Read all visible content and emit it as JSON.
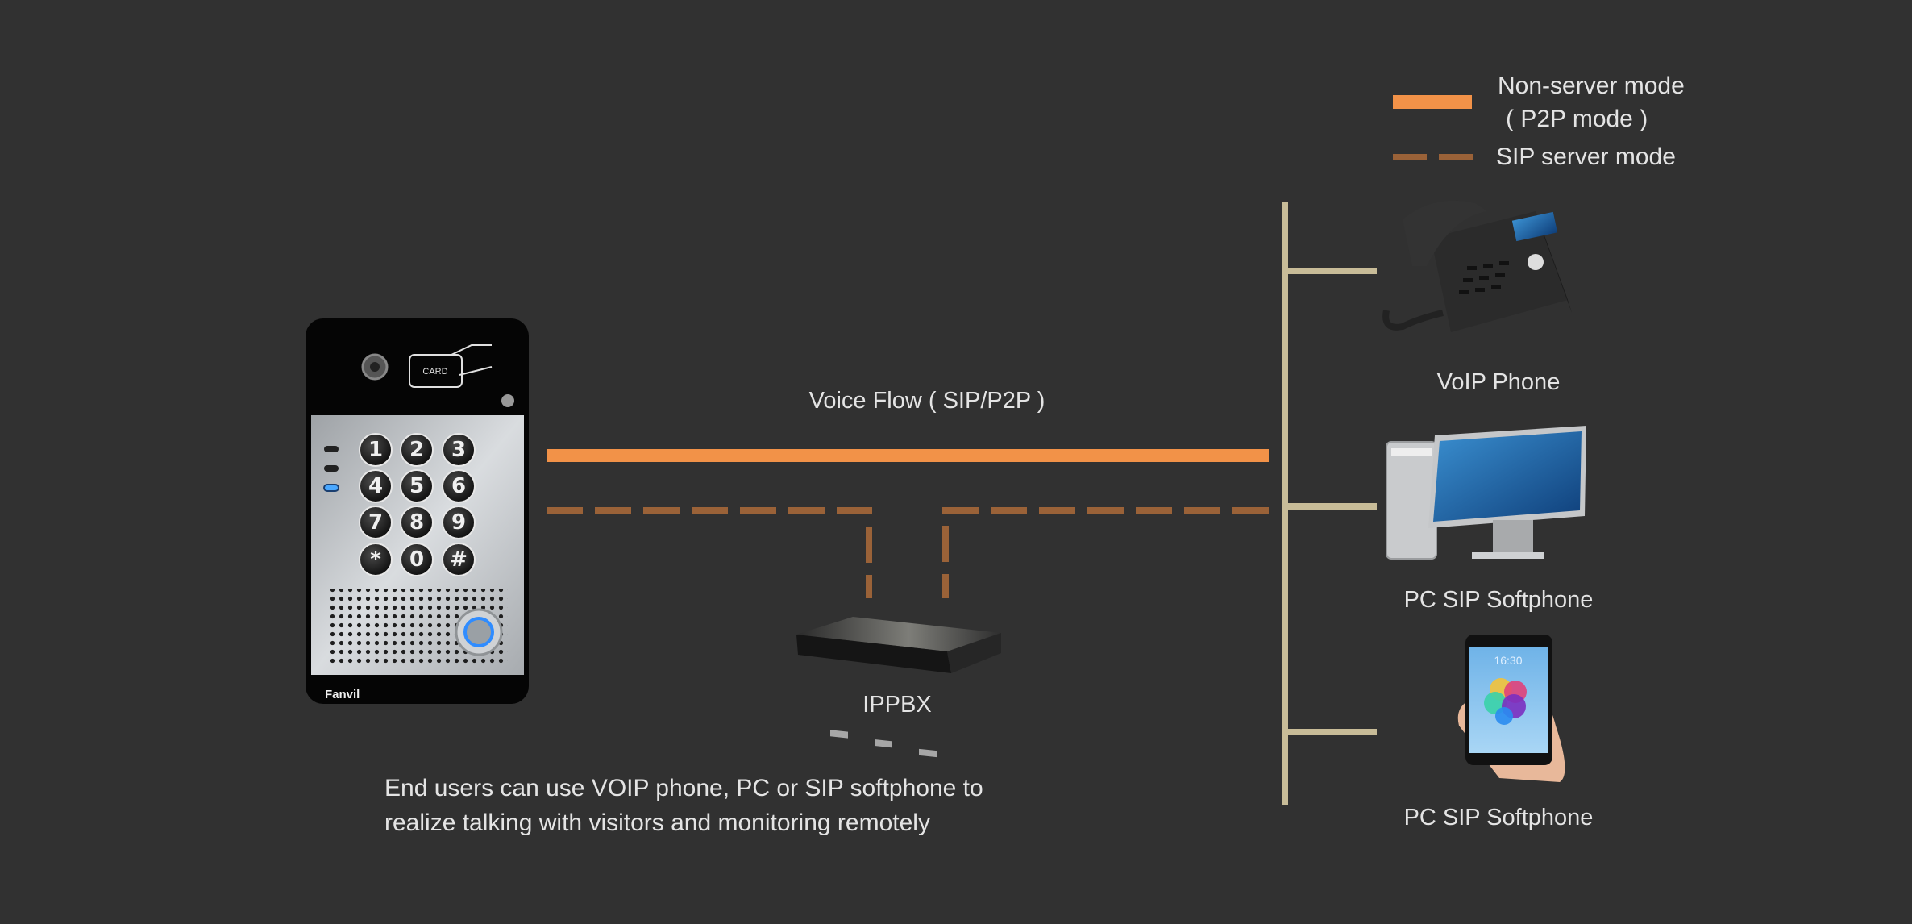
{
  "legend": {
    "solid_label_line1": "Non-server mode",
    "solid_label_line2": "( P2P mode )",
    "dashed_label": "SIP server mode"
  },
  "colors": {
    "background": "#313131",
    "p2p_line": "#f29248",
    "sip_line": "#9a6238",
    "bus_line": "#c8bc98",
    "text": "#e4e4e4"
  },
  "flow": {
    "voice_flow_label": "Voice Flow ( SIP/P2P )",
    "ippbx_label": "IPPBX"
  },
  "door_phone": {
    "card_label": "CARD",
    "brand_logo": "Fanvil",
    "keys": [
      "1",
      "2",
      "3",
      "4",
      "5",
      "6",
      "7",
      "8",
      "9",
      "*",
      "0",
      "#"
    ]
  },
  "endpoints": [
    {
      "label": "VoIP Phone"
    },
    {
      "label": "PC SIP Softphone"
    },
    {
      "label": "PC SIP Softphone",
      "screen_time": "16:30"
    }
  ],
  "caption": {
    "line1": "End users can use VOIP phone, PC or SIP softphone to",
    "line2": "realize talking with visitors and monitoring remotely"
  }
}
